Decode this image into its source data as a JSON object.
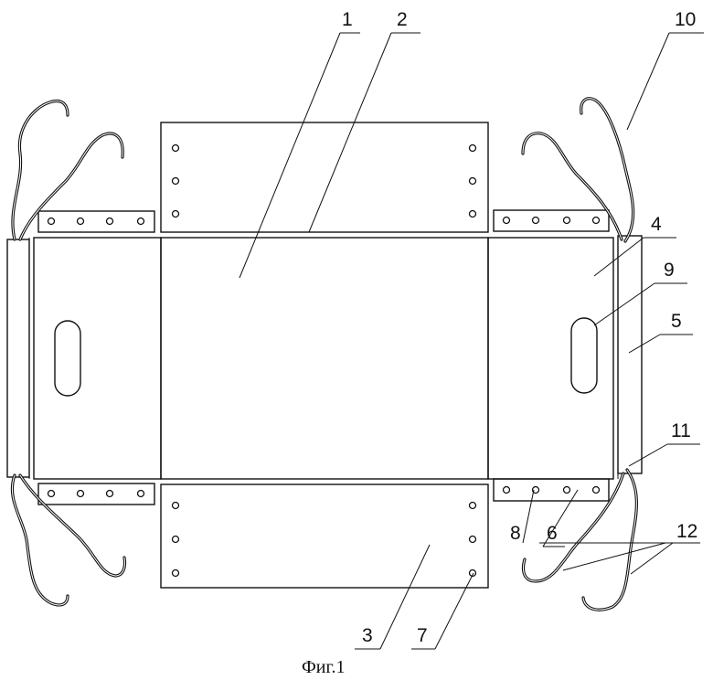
{
  "labels": {
    "l1": "1",
    "l2": "2",
    "l3": "3",
    "l4": "4",
    "l5": "5",
    "l6": "6",
    "l7": "7",
    "l8": "8",
    "l9": "9",
    "l10": "10",
    "l11": "11",
    "l12": "12"
  },
  "caption": "Фиг.1"
}
